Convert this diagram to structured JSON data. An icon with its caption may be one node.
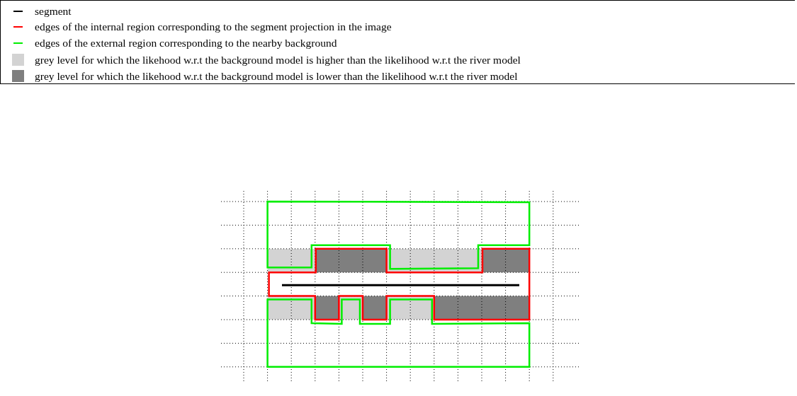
{
  "diagram": {
    "legend": [
      {
        "text": "segment"
      },
      {
        "text": "edges of the internal region corresponding to the segment projection in the image"
      },
      {
        "text": "edges of the external region corresponding to the nearby background"
      },
      {
        "text": "grey level for which the likehood w.r.t the background model is higher than the likelihood w.r.t the river model",
        "color": "#d3d3d3"
      },
      {
        "text": "grey level for which the likehood w.r.t the background model is lower than the likelihood w.r.t the river model",
        "color": "#7f7f7f"
      }
    ]
  }
}
